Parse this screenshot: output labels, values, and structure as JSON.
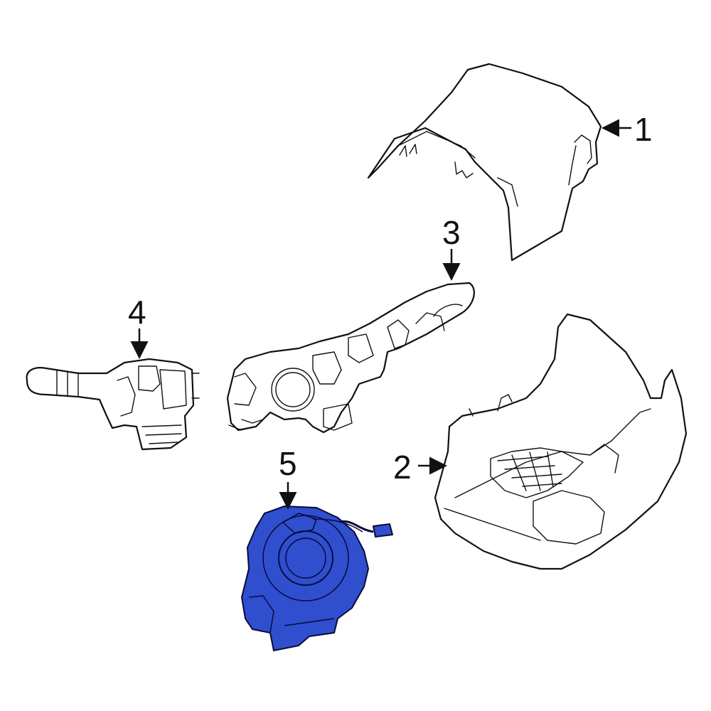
{
  "callouts": [
    {
      "id": "1",
      "label": "1"
    },
    {
      "id": "2",
      "label": "2"
    },
    {
      "id": "3",
      "label": "3"
    },
    {
      "id": "4",
      "label": "4"
    },
    {
      "id": "5",
      "label": "5"
    }
  ],
  "colors": {
    "highlight": "#2f4fcf",
    "line": "#111111",
    "background": "#ffffff"
  }
}
